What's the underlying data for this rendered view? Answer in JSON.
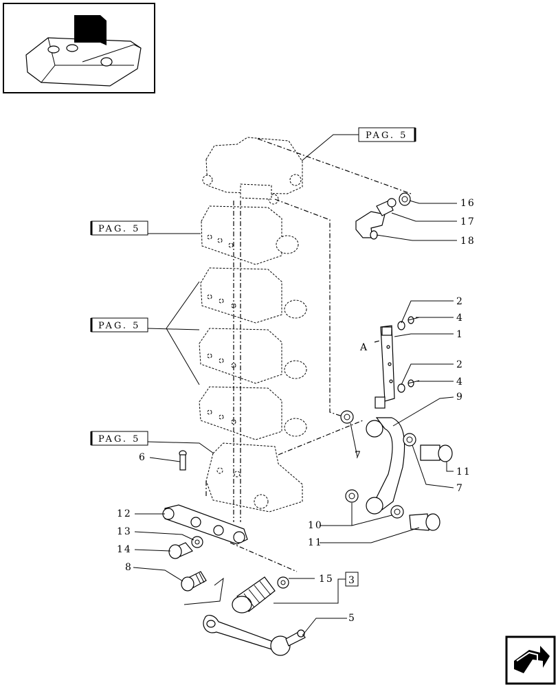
{
  "thumbnail": {
    "description_icon": "hydraulic-lift-thumbnail"
  },
  "refs": {
    "pag_label": "PAG. 5",
    "sheet_ref": "3",
    "view_mark": "A"
  },
  "callouts": [
    {
      "id": "c16",
      "label": "16"
    },
    {
      "id": "c17",
      "label": "17"
    },
    {
      "id": "c18",
      "label": "18"
    },
    {
      "id": "c2a",
      "label": "2"
    },
    {
      "id": "c4a",
      "label": "4"
    },
    {
      "id": "c1",
      "label": "1"
    },
    {
      "id": "c2b",
      "label": "2"
    },
    {
      "id": "c4b",
      "label": "4"
    },
    {
      "id": "c9",
      "label": "9"
    },
    {
      "id": "c11a",
      "label": "11"
    },
    {
      "id": "c7a",
      "label": "7"
    },
    {
      "id": "c7b",
      "label": "7"
    },
    {
      "id": "c10",
      "label": "10"
    },
    {
      "id": "c11b",
      "label": "11"
    },
    {
      "id": "c6",
      "label": "6"
    },
    {
      "id": "c12",
      "label": "12"
    },
    {
      "id": "c13",
      "label": "13"
    },
    {
      "id": "c14",
      "label": "14"
    },
    {
      "id": "c8",
      "label": "8"
    },
    {
      "id": "c15",
      "label": "15"
    },
    {
      "id": "c5",
      "label": "5"
    }
  ],
  "nav": {
    "icon": "next-page-arrow-icon"
  }
}
